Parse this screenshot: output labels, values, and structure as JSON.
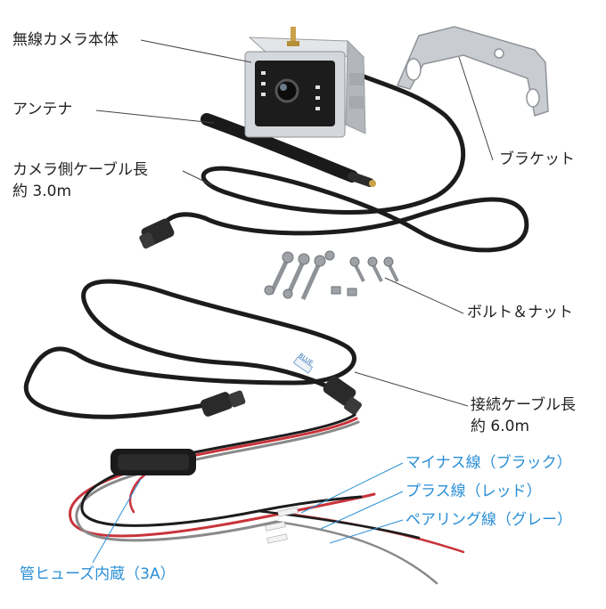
{
  "labels": {
    "camera": "無線カメラ本体",
    "antenna": "アンテナ",
    "camera_cable_1": "カメラ側ケーブル長",
    "camera_cable_2": "約 3.0m",
    "bracket": "ブラケット",
    "bolts": "ボルト＆ナット",
    "conn_cable_1": "接続ケーブル長",
    "conn_cable_2": "約 6.0m",
    "minus_wire": "マイナス線（ブラック）",
    "plus_wire": "プラス線（レッド）",
    "pairing_wire": "ペアリング線（グレー）",
    "fuse": "管ヒューズ内蔵（3A）"
  },
  "colors": {
    "callout_text": "#222222",
    "wire_label_text": "#2a8fd6",
    "cable": "#1c1c1c",
    "red_wire": "#c8333a",
    "gray_wire": "#8a8a8a",
    "metal": "#c9ccd0"
  },
  "cable_tag": "BLUE"
}
